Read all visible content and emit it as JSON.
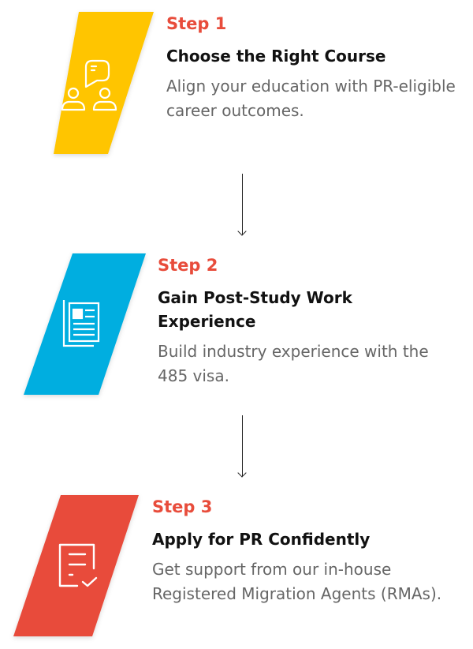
{
  "colors": {
    "yellow": "#FFC500",
    "blue": "#00AEE0",
    "red": "#E84C3B"
  },
  "steps": [
    {
      "label": "Step 1",
      "title": "Choose the Right Course",
      "desc": "Align your education with PR-eligible career outcomes.",
      "icon": "consultation-icon"
    },
    {
      "label": "Step 2",
      "title": "Gain Post-Study Work Experience",
      "desc": "Build industry experience with the 485 visa.",
      "icon": "documents-icon"
    },
    {
      "label": "Step 3",
      "title": "Apply for PR Confidently",
      "desc": "Get support from our in-house Registered Migration Agents (RMAs).",
      "icon": "checklist-icon"
    }
  ]
}
